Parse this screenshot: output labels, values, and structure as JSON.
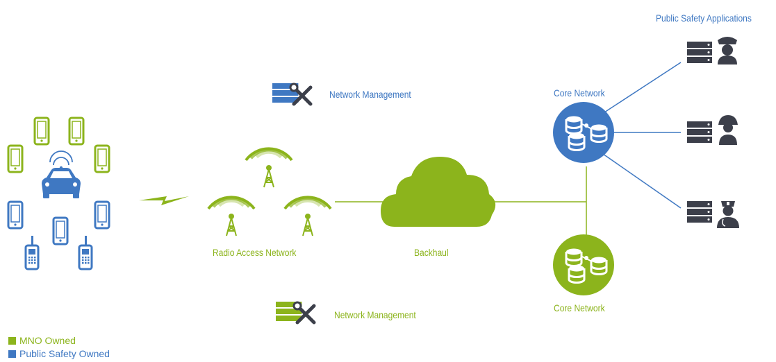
{
  "labels": {
    "public_safety_applications": "Public Safety Applications",
    "network_management_top": "Network Management",
    "network_management_bottom": "Network Management",
    "core_network_top": "Core Network",
    "core_network_bottom": "Core Network",
    "radio_access_network": "Radio Access Network",
    "backhaul": "Backhaul"
  },
  "legend": {
    "mno": "MNO Owned",
    "public_safety": "Public Safety Owned"
  },
  "colors": {
    "mno_green": "#8cb41c",
    "public_safety_blue": "#3f78c2",
    "server_dark": "#3c3f4a"
  },
  "icons": {
    "devices": [
      "smartphone-icon",
      "car-icon",
      "radio-handset-icon"
    ],
    "network_management": "server-wrench-icon",
    "radio_access": "cell-tower-icon",
    "backhaul": "cloud-icon",
    "core": "database-cluster-icon",
    "applications": [
      "police-officer-icon",
      "firefighter-icon",
      "nurse-icon"
    ]
  }
}
